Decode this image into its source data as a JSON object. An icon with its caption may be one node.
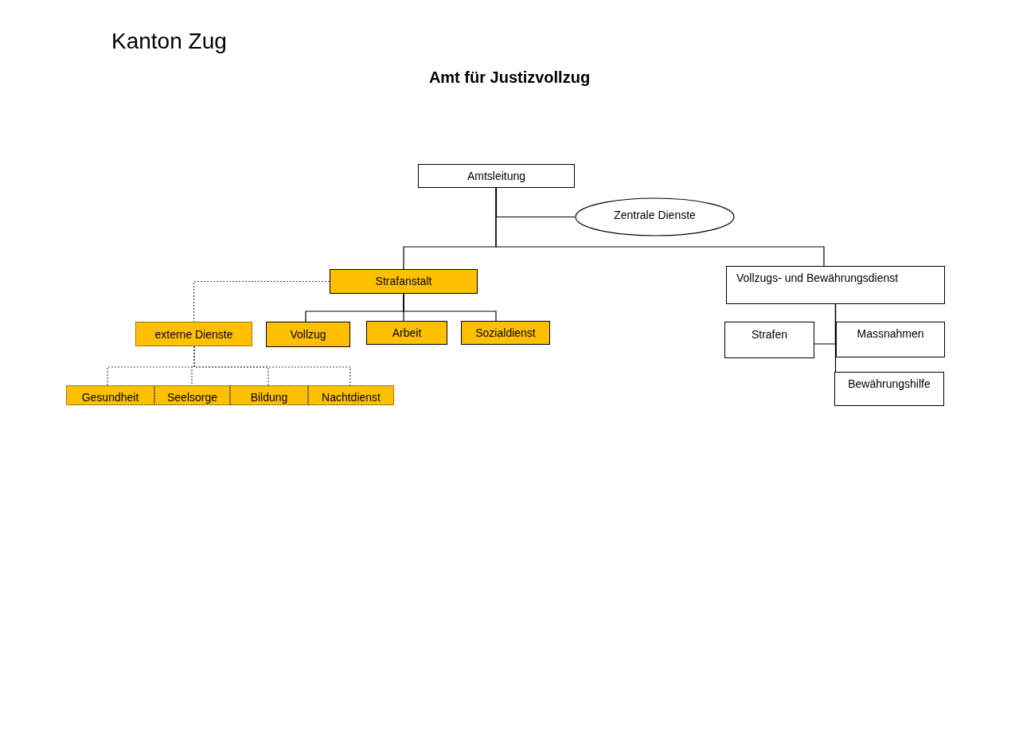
{
  "diagram": {
    "title": "Amt für Justizvollzug",
    "nodes": [
      {
        "text": [
          "Amtsleitung"
        ]
      },
      {
        "text": [
          "Zentrale Dienste"
        ]
      },
      {
        "text": [
          "Strafanstalt"
        ]
      },
      {
        "text": [
          "Vollzugs- und Bewährungsdienst"
        ]
      },
      {
        "text": [
          "externe Dienste"
        ]
      },
      {
        "text": [
          "Vollzug"
        ]
      },
      {
        "text": [
          "Arbeit"
        ]
      },
      {
        "text": [
          "Sozialdienst"
        ]
      },
      {
        "text": [
          "Gesundheit"
        ]
      },
      {
        "text": [
          "Seelsorge"
        ]
      },
      {
        "text": [
          "Bildung"
        ]
      },
      {
        "text": [
          "Nachtdienst"
        ]
      },
      {
        "text": [
          "Strafen"
        ]
      },
      {
        "text": [
          "Massnahmen"
        ]
      },
      {
        "text": [
          "Bewährungshilfe"
        ]
      }
    ],
    "edges": [
      {
        "from": 0,
        "to": 1,
        "arrow": "none"
      },
      {
        "from": 0,
        "to": 2,
        "arrow": "none"
      },
      {
        "from": 0,
        "to": 3,
        "arrow": "none"
      },
      {
        "from": 2,
        "to": 4,
        "arrow": "none",
        "style": "dashed"
      },
      {
        "from": 2,
        "to": 5,
        "arrow": "none"
      },
      {
        "from": 2,
        "to": 6,
        "arrow": "none"
      },
      {
        "from": 2,
        "to": 7,
        "arrow": "none"
      },
      {
        "from": 4,
        "to": 8,
        "arrow": "none",
        "style": "dashed"
      },
      {
        "from": 4,
        "to": 9,
        "arrow": "none",
        "style": "dashed"
      },
      {
        "from": 4,
        "to": 10,
        "arrow": "none",
        "style": "dashed"
      },
      {
        "from": 4,
        "to": 11,
        "arrow": "none",
        "style": "dashed"
      },
      {
        "from": 3,
        "to": 12,
        "arrow": "none"
      },
      {
        "from": 3,
        "to": 13,
        "arrow": "none"
      },
      {
        "from": 3,
        "to": 14,
        "arrow": "none"
      }
    ],
    "labels": [
      "Kanton Zug"
    ]
  }
}
